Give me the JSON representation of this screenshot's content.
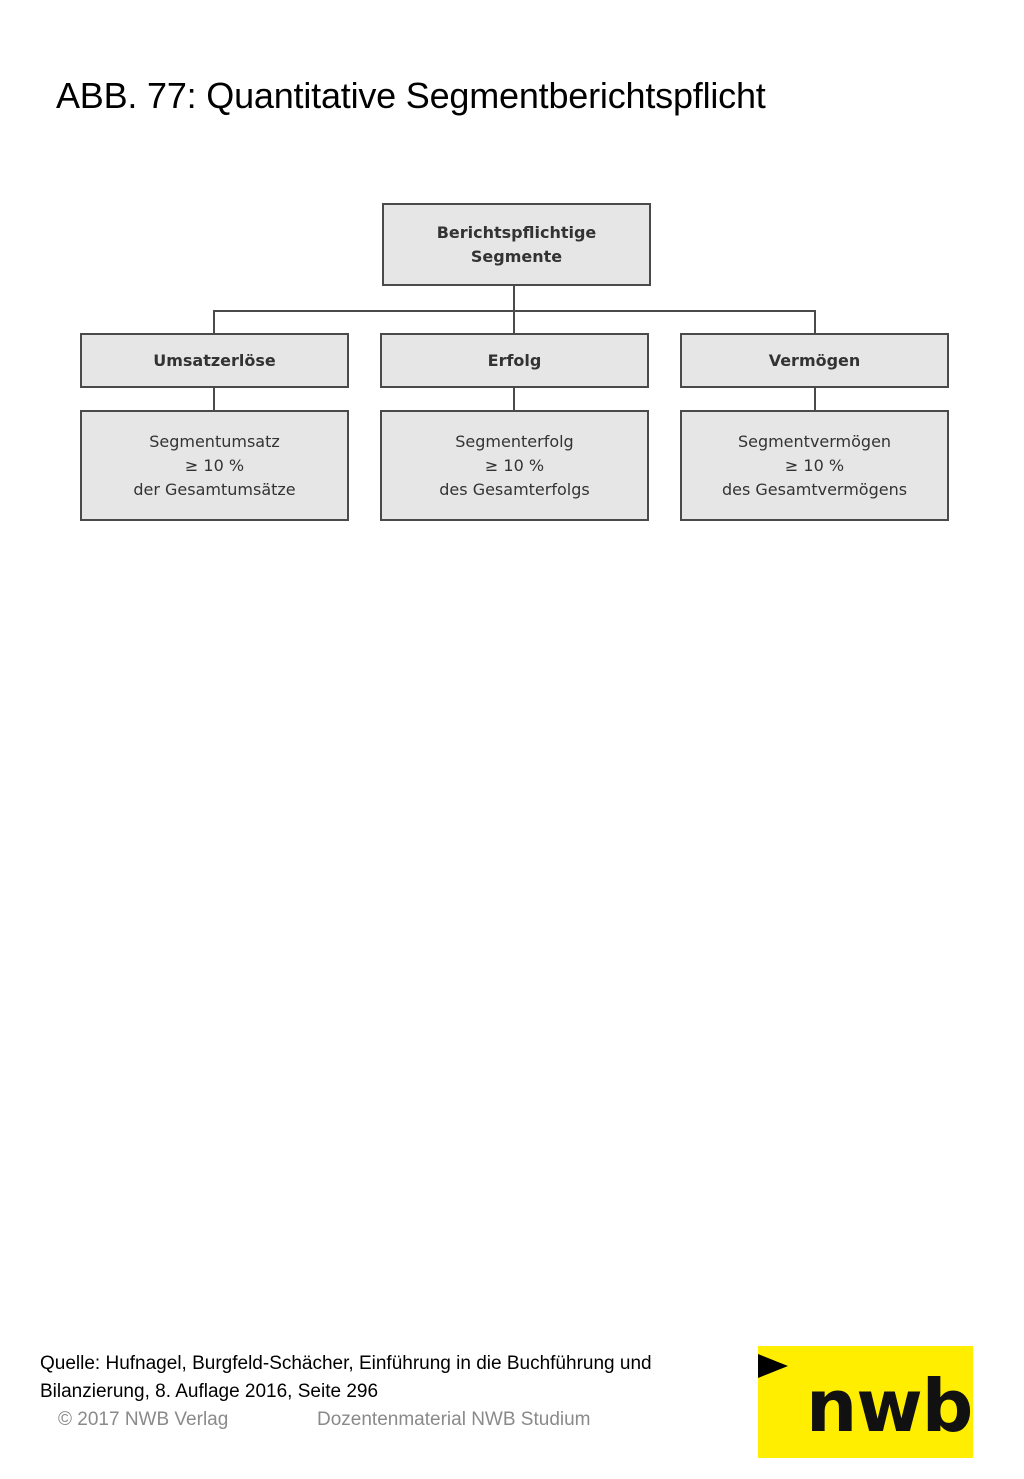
{
  "title": "ABB. 77: Quantitative Segmentberichtspflicht",
  "diagram": {
    "root": [
      "Berichtspflichtige",
      "Segmente"
    ],
    "categories": [
      {
        "label": "Umsatzerlöse",
        "criterion": [
          "Segmentumsatz",
          "≥ 10 %",
          "der Gesamtumsätze"
        ]
      },
      {
        "label": "Erfolg",
        "criterion": [
          "Segmenterfolg",
          "≥ 10 %",
          "des Gesamterfolgs"
        ]
      },
      {
        "label": "Vermögen",
        "criterion": [
          "Segmentvermögen",
          "≥ 10 %",
          "des Gesamtvermögens"
        ]
      }
    ]
  },
  "source": {
    "line1": "Quelle: Hufnagel, Burgfeld-Schächer, Einführung in die Buchführung und",
    "line2": "Bilanzierung, 8. Auflage 2016, Seite 296"
  },
  "footer": {
    "copyright": "© 2017 NWB Verlag",
    "material": "Dozentenmaterial NWB Studium"
  },
  "logo": {
    "text": "nwb",
    "color": "#ffee00"
  }
}
